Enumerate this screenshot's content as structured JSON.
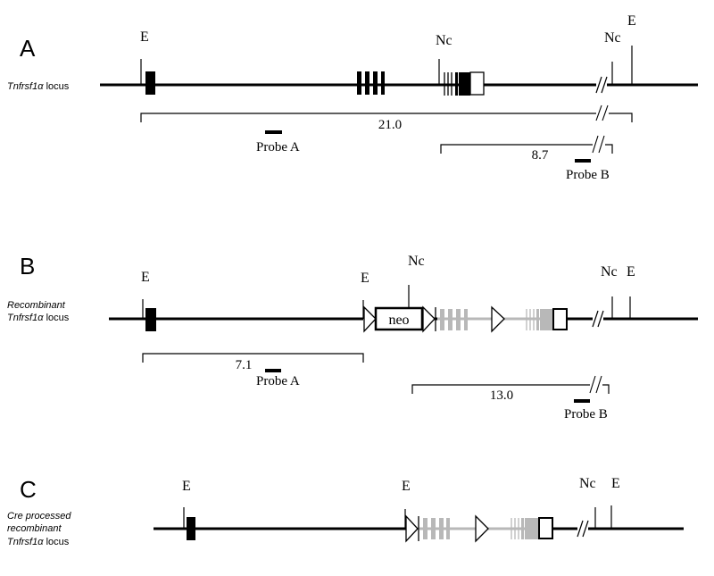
{
  "panels": {
    "a": {
      "letter": "A",
      "locus_italic": "Tnfrsf1α",
      "locus_suffix": " locus",
      "sites": {
        "e_left": "E",
        "nc_mid": "Nc",
        "nc_right": "Nc",
        "e_right": "E"
      },
      "fragments": {
        "large": "21.0",
        "small": "8.7"
      },
      "probes": {
        "a": "Probe A",
        "b": "Probe B"
      }
    },
    "b": {
      "letter": "B",
      "prefix": "Recombinant",
      "locus_italic": "Tnfrsf1α",
      "locus_suffix": " locus",
      "sites": {
        "e_left": "E",
        "e_mid": "E",
        "nc_mid": "Nc",
        "nc_right": "Nc",
        "e_right": "E"
      },
      "neo": "neo",
      "fragments": {
        "left": "7.1",
        "right": "13.0"
      },
      "probes": {
        "a": "Probe A",
        "b": "Probe B"
      }
    },
    "c": {
      "letter": "C",
      "prefix1": "Cre processed",
      "prefix2": "recombinant",
      "locus_italic": "Tnfrsf1α",
      "locus_suffix": " locus",
      "sites": {
        "e_left": "E",
        "e_mid": "E",
        "nc_right": "Nc",
        "e_right": "E"
      }
    }
  },
  "colors": {
    "line": "#000000",
    "loxed_region": "#b8b8b8",
    "background": "#ffffff"
  }
}
